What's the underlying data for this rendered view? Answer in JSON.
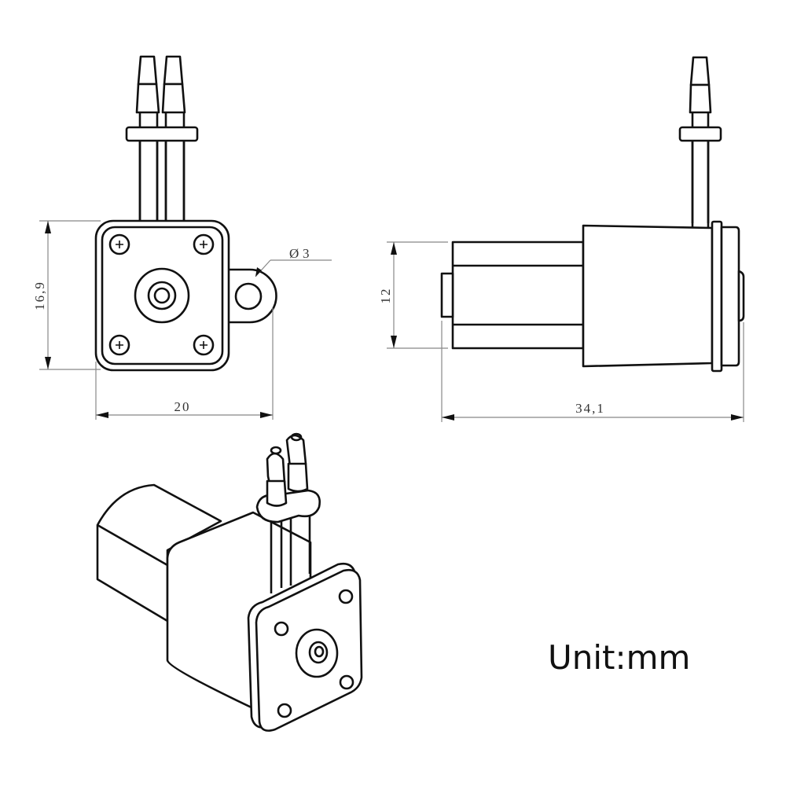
{
  "drawing": {
    "subject": "mini peristaltic pump dimensional drawing",
    "views": [
      "front-view",
      "side-view",
      "isometric-view"
    ]
  },
  "dimensions": {
    "front_height": "16,9",
    "front_width": "20",
    "mount_hole_diameter": "3",
    "diameter_symbol": "Ø",
    "side_motor_height": "12",
    "side_total_length": "34,1"
  },
  "unit_label": "Unit:mm",
  "colors": {
    "line": "#111111",
    "dimension_line": "#888888",
    "background": "#ffffff"
  }
}
